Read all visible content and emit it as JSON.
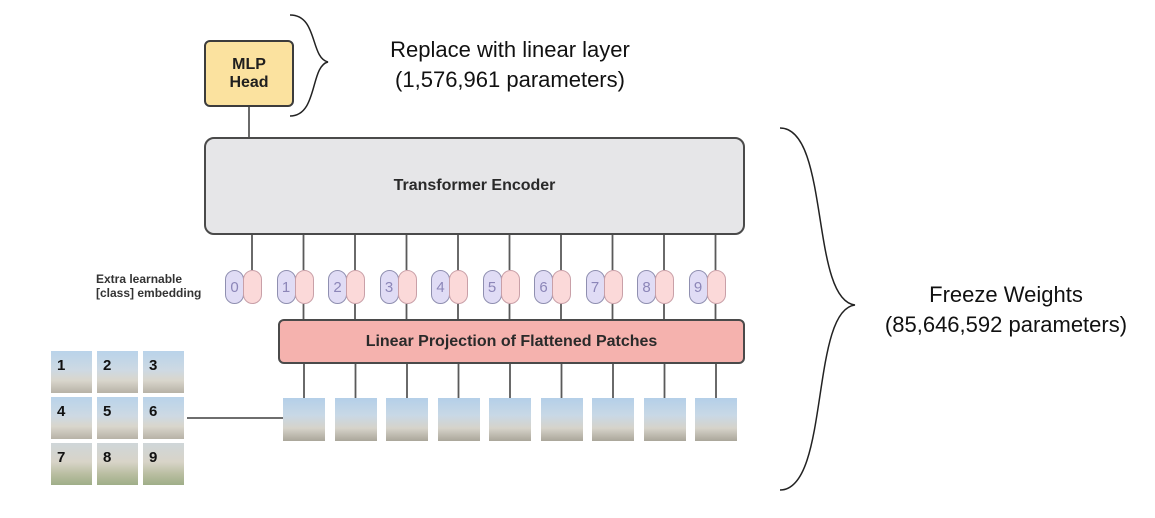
{
  "mlp_head": {
    "line1": "MLP",
    "line2": "Head"
  },
  "encoder": {
    "label": "Transformer Encoder"
  },
  "projection": {
    "label": "Linear Projection of Flattened Patches"
  },
  "embedding_label": {
    "line1": "Extra learnable",
    "line2": "[class] embedding"
  },
  "tokens": [
    "0",
    "1",
    "2",
    "3",
    "4",
    "5",
    "6",
    "7",
    "8",
    "9"
  ],
  "grid": [
    "1",
    "2",
    "3",
    "4",
    "5",
    "6",
    "7",
    "8",
    "9"
  ],
  "replace_note": {
    "line1": "Replace with linear layer",
    "line2": "(1,576,961 parameters)"
  },
  "freeze_note": {
    "line1": "Freeze Weights",
    "line2": "(85,646,592 parameters)"
  },
  "colors": {
    "mlp_head": "#fbe29f",
    "encoder": "#e6e6e8",
    "projection": "#f5b2ae",
    "token_number": "#e0dcf5",
    "token_embedding": "#fbd9d9"
  }
}
